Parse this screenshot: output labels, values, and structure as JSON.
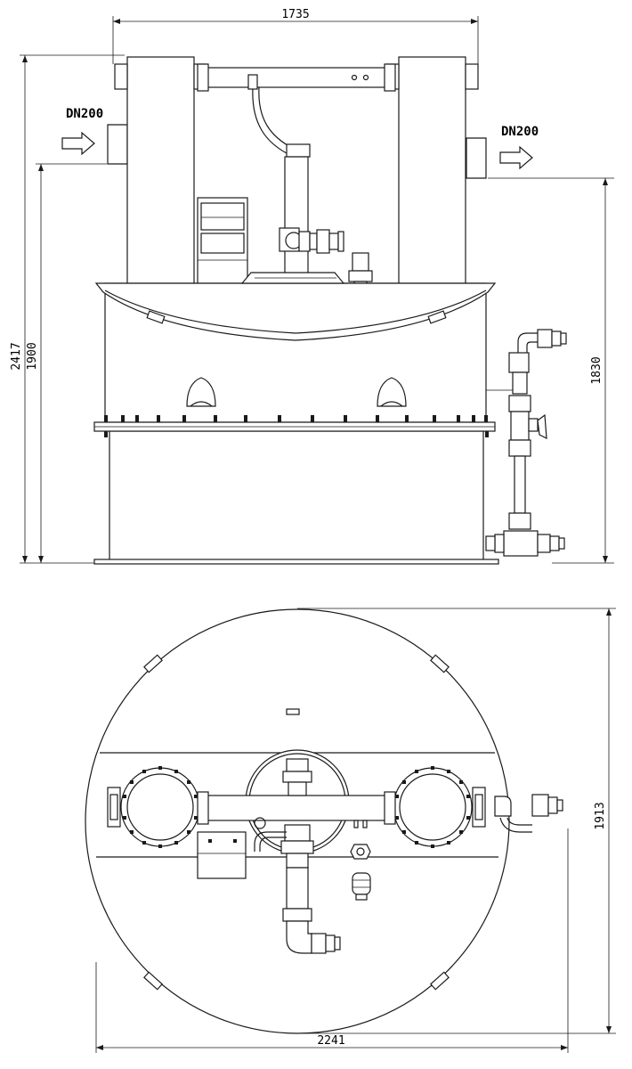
{
  "side_view": {
    "inlet_label": "DN200",
    "outlet_label": "DN200",
    "dim_width": "1735",
    "dim_total_height": "2417",
    "dim_inlet_height": "1900",
    "dim_outlet_height": "1830"
  },
  "top_view": {
    "dim_diameter_horizontal": "2241",
    "dim_diameter_vertical": "1913"
  },
  "icons": {
    "inlet_arrow": "right-arrow-icon",
    "outlet_arrow": "right-arrow-icon"
  },
  "colors": {
    "line": "#1a1a1a",
    "background": "#ffffff"
  }
}
